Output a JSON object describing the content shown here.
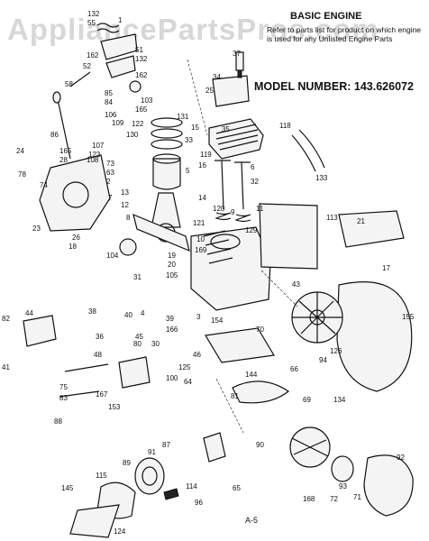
{
  "watermark": "AppliancePartsPros.com",
  "header": {
    "title": "BASIC ENGINE",
    "note": "Refer to parts list for product on which engine is used for any Unlisted Engine Parts",
    "model_label": "MODEL NUMBER:",
    "model_number": "143.626072"
  },
  "page_code": "A-5",
  "callouts": [
    "132",
    "55",
    "1",
    "51",
    "162",
    "52",
    "132",
    "58",
    "162",
    "85",
    "84",
    "103",
    "165",
    "106",
    "109",
    "122",
    "130",
    "131",
    "15",
    "33",
    "35",
    "37",
    "34",
    "25",
    "86",
    "108",
    "107",
    "123",
    "165",
    "28",
    "24",
    "78",
    "74",
    "73",
    "63",
    "2",
    "16",
    "5",
    "6",
    "32",
    "119",
    "118",
    "133",
    "23",
    "26",
    "18",
    "7",
    "14",
    "13",
    "12",
    "8",
    "120",
    "9",
    "11",
    "10",
    "129",
    "121",
    "113",
    "21",
    "104",
    "169",
    "17",
    "19",
    "20",
    "105",
    "31",
    "43",
    "38",
    "4",
    "3",
    "154",
    "82",
    "44",
    "36",
    "40",
    "39",
    "166",
    "70",
    "155",
    "41",
    "48",
    "80",
    "30",
    "45",
    "46",
    "125",
    "94",
    "126",
    "66",
    "69",
    "134",
    "75",
    "100",
    "144",
    "64",
    "81",
    "83",
    "167",
    "153",
    "88",
    "87",
    "65",
    "90",
    "91",
    "89",
    "114",
    "168",
    "92",
    "115",
    "72",
    "71",
    "93",
    "145",
    "96",
    "124"
  ],
  "icons": [
    "exploded-engine-diagram"
  ]
}
